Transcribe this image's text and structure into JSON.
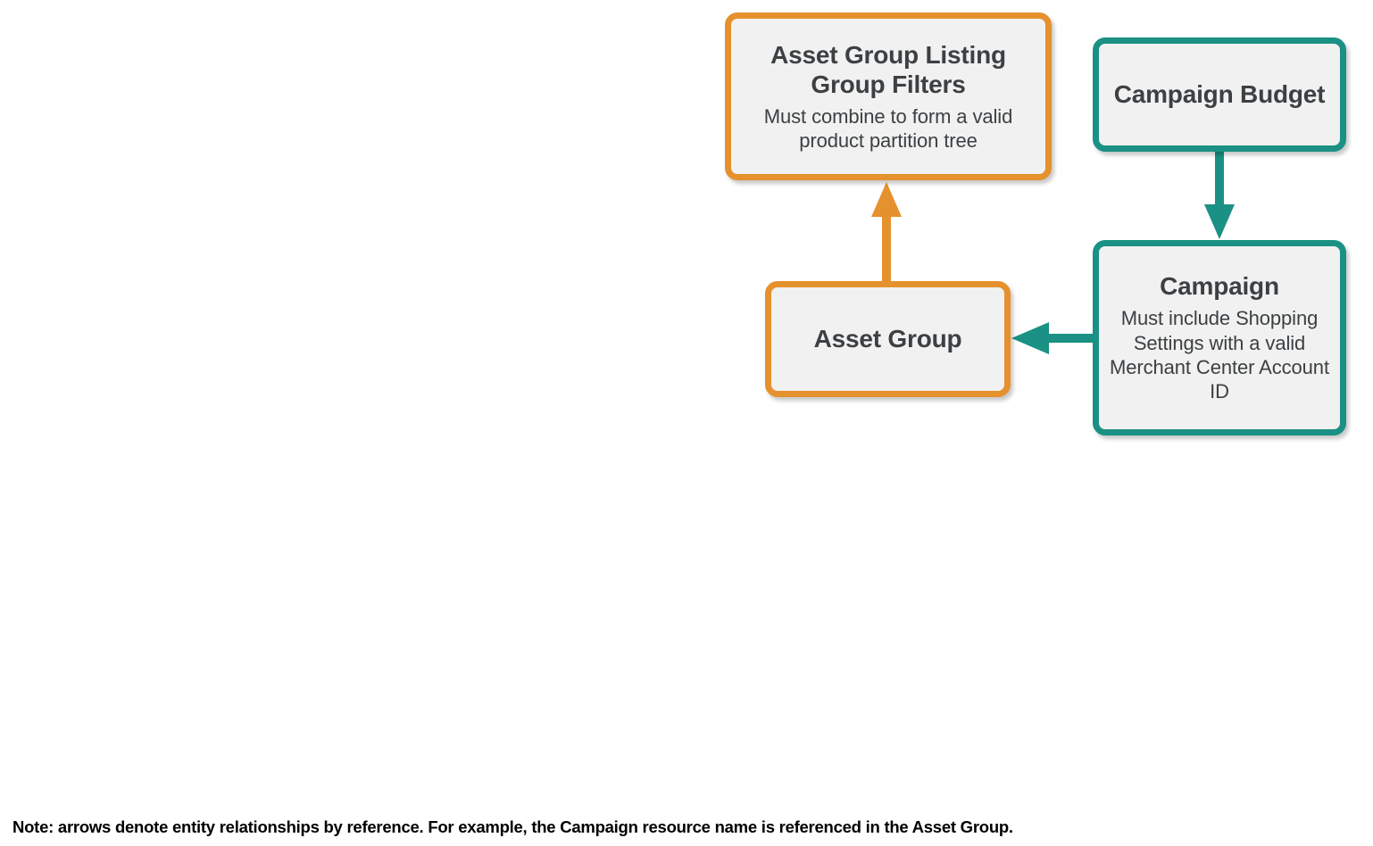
{
  "diagram": {
    "type": "entity-relationship",
    "background_color": "#ffffff",
    "palette": {
      "orange": "#e5912e",
      "teal": "#1a9184",
      "node_fill": "#f1f1f1",
      "node_text": "#3c4043",
      "note_text": "#000000"
    },
    "nodes": [
      {
        "id": "asset-group-listing-group-filters",
        "title": "Asset Group Listing Group Filters",
        "subtitle": "Must combine to form a valid product partition tree",
        "accent": "#e5912e"
      },
      {
        "id": "campaign-budget",
        "title": "Campaign Budget",
        "subtitle": "",
        "accent": "#1a9184"
      },
      {
        "id": "asset-group",
        "title": "Asset Group",
        "subtitle": "",
        "accent": "#e5912e"
      },
      {
        "id": "campaign",
        "title": "Campaign",
        "subtitle": "Must include Shopping Settings with a valid Merchant Center Account ID",
        "accent": "#1a9184"
      }
    ],
    "edges": [
      {
        "id": "asset-group-to-listing-group-filters",
        "from": "asset-group",
        "to": "asset-group-listing-group-filters",
        "direction": "up",
        "color": "#e5912e"
      },
      {
        "id": "campaign-budget-to-campaign",
        "from": "campaign-budget",
        "to": "campaign",
        "direction": "down",
        "color": "#1a9184"
      },
      {
        "id": "campaign-to-asset-group",
        "from": "campaign",
        "to": "asset-group",
        "direction": "left",
        "color": "#1a9184"
      }
    ],
    "note": "Note: arrows denote entity relationships by reference. For example, the Campaign resource name is referenced in the Asset Group."
  }
}
